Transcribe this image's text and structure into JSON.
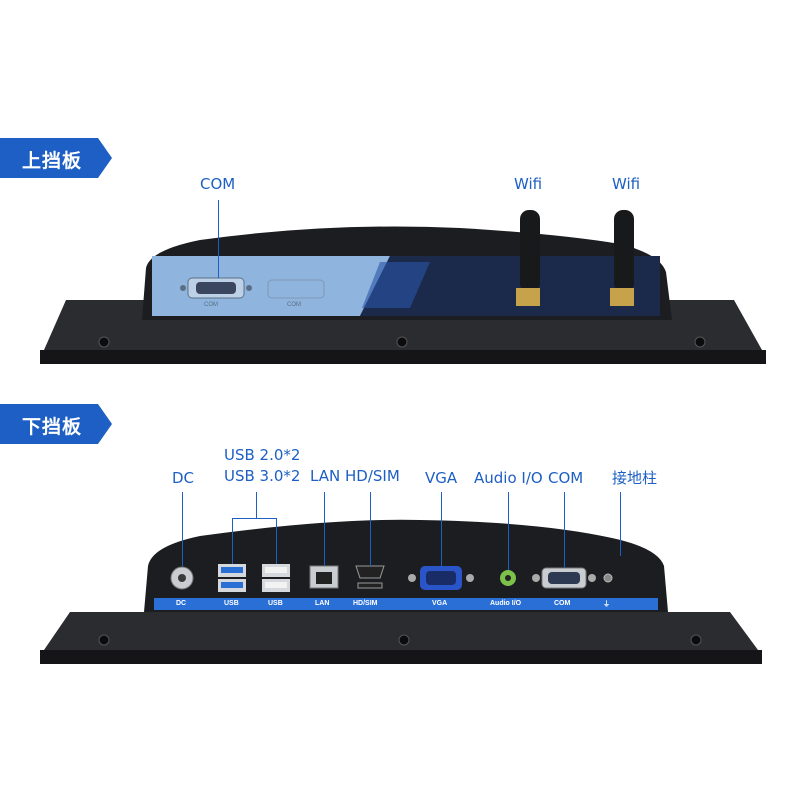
{
  "top_panel": {
    "banner": "上挡板",
    "labels": {
      "com": "COM",
      "wifi_left": "Wifi",
      "wifi_right": "Wifi"
    },
    "plate_labels": {
      "com_a": "COM",
      "com_b": "COM"
    }
  },
  "bottom_panel": {
    "banner": "下挡板",
    "labels": {
      "dc": "DC",
      "usb_line1": "USB 2.0*2",
      "usb_line2": "USB 3.0*2",
      "lan": "LAN",
      "hdsim": "HD/SIM",
      "vga": "VGA",
      "audio": "Audio I/O",
      "com": "COM",
      "ground": "接地柱"
    },
    "strip_labels": {
      "dc": "DC",
      "usb_a": "USB",
      "usb_b": "USB",
      "lan": "LAN",
      "hdsim": "HD/SIM",
      "vga": "VGA",
      "audio": "Audio I/O",
      "com": "COM",
      "ground": "⏚"
    }
  },
  "colors": {
    "banner": "#1d5fc4",
    "callout": "#1d5fc4",
    "panel_blue": "#2a6fd6",
    "chassis": "#1e1f22"
  }
}
